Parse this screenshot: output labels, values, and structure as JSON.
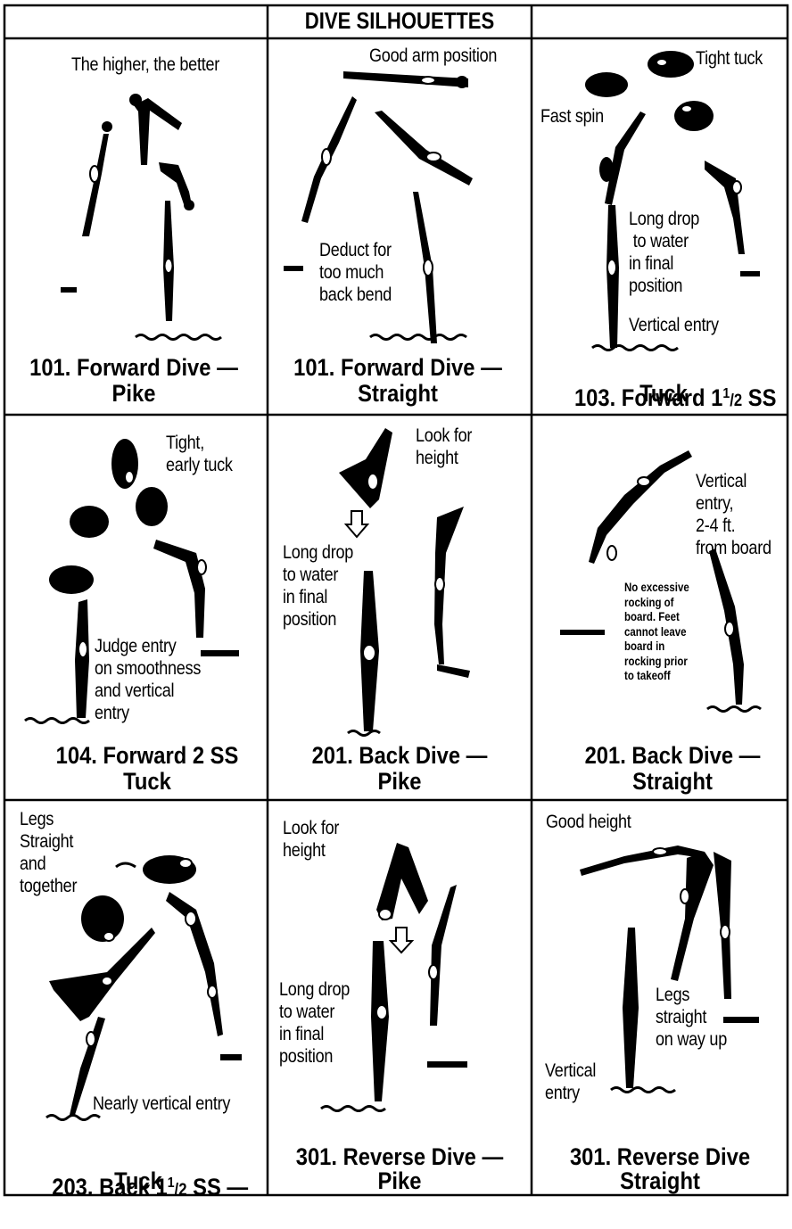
{
  "header": {
    "title": "DIVE SILHOUETTES"
  },
  "cells": [
    {
      "caption_line1": "101. Forward Dive —",
      "caption_line2": "Pike",
      "notes": [
        "The higher, the better"
      ]
    },
    {
      "caption_line1": "101. Forward Dive —",
      "caption_line2": "Straight",
      "notes": [
        "Good arm position",
        "Deduct for\ntoo much\nback bend"
      ]
    },
    {
      "caption_line1_a": "103. Forward 1",
      "caption_line1_sup": "1",
      "caption_line1_sub": "/2",
      "caption_line1_b": " SS",
      "caption_line2": "Tuck",
      "notes": [
        "Tight tuck",
        "Fast spin",
        "Long drop\n to water\nin final\nposition",
        "Vertical entry"
      ]
    },
    {
      "caption_line1": "104. Forward 2 SS",
      "caption_line2": "Tuck",
      "notes": [
        "Tight,\nearly tuck",
        "Judge entry\non smoothness\nand vertical\nentry"
      ]
    },
    {
      "caption_line1": "201. Back Dive —",
      "caption_line2": "Pike",
      "notes": [
        "Look for\nheight",
        "Long drop\nto water\nin final\nposition"
      ]
    },
    {
      "caption_line1": "201. Back Dive —",
      "caption_line2": "Straight",
      "notes": [
        "Vertical\nentry,\n2-4 ft.\nfrom board",
        "No excessive\nrocking of\nboard. Feet\ncannot leave\nboard in\nrocking prior\nto takeoff"
      ]
    },
    {
      "caption_line1_a": "203. Back 1",
      "caption_line1_sup": "1",
      "caption_line1_sub": "/2",
      "caption_line1_b": " SS —",
      "caption_line2": "Tuck",
      "notes": [
        "Legs\nStraight\nand\ntogether",
        "Nearly vertical entry"
      ]
    },
    {
      "caption_line1": "301. Reverse Dive —",
      "caption_line2": "Pike",
      "notes": [
        "Look for\nheight",
        "Long drop\nto water\nin final\nposition"
      ]
    },
    {
      "caption_line1": "301. Reverse Dive",
      "caption_line2": "Straight",
      "notes": [
        "Good height",
        "Legs\nstraight\non way up",
        "Vertical\nentry"
      ]
    }
  ]
}
